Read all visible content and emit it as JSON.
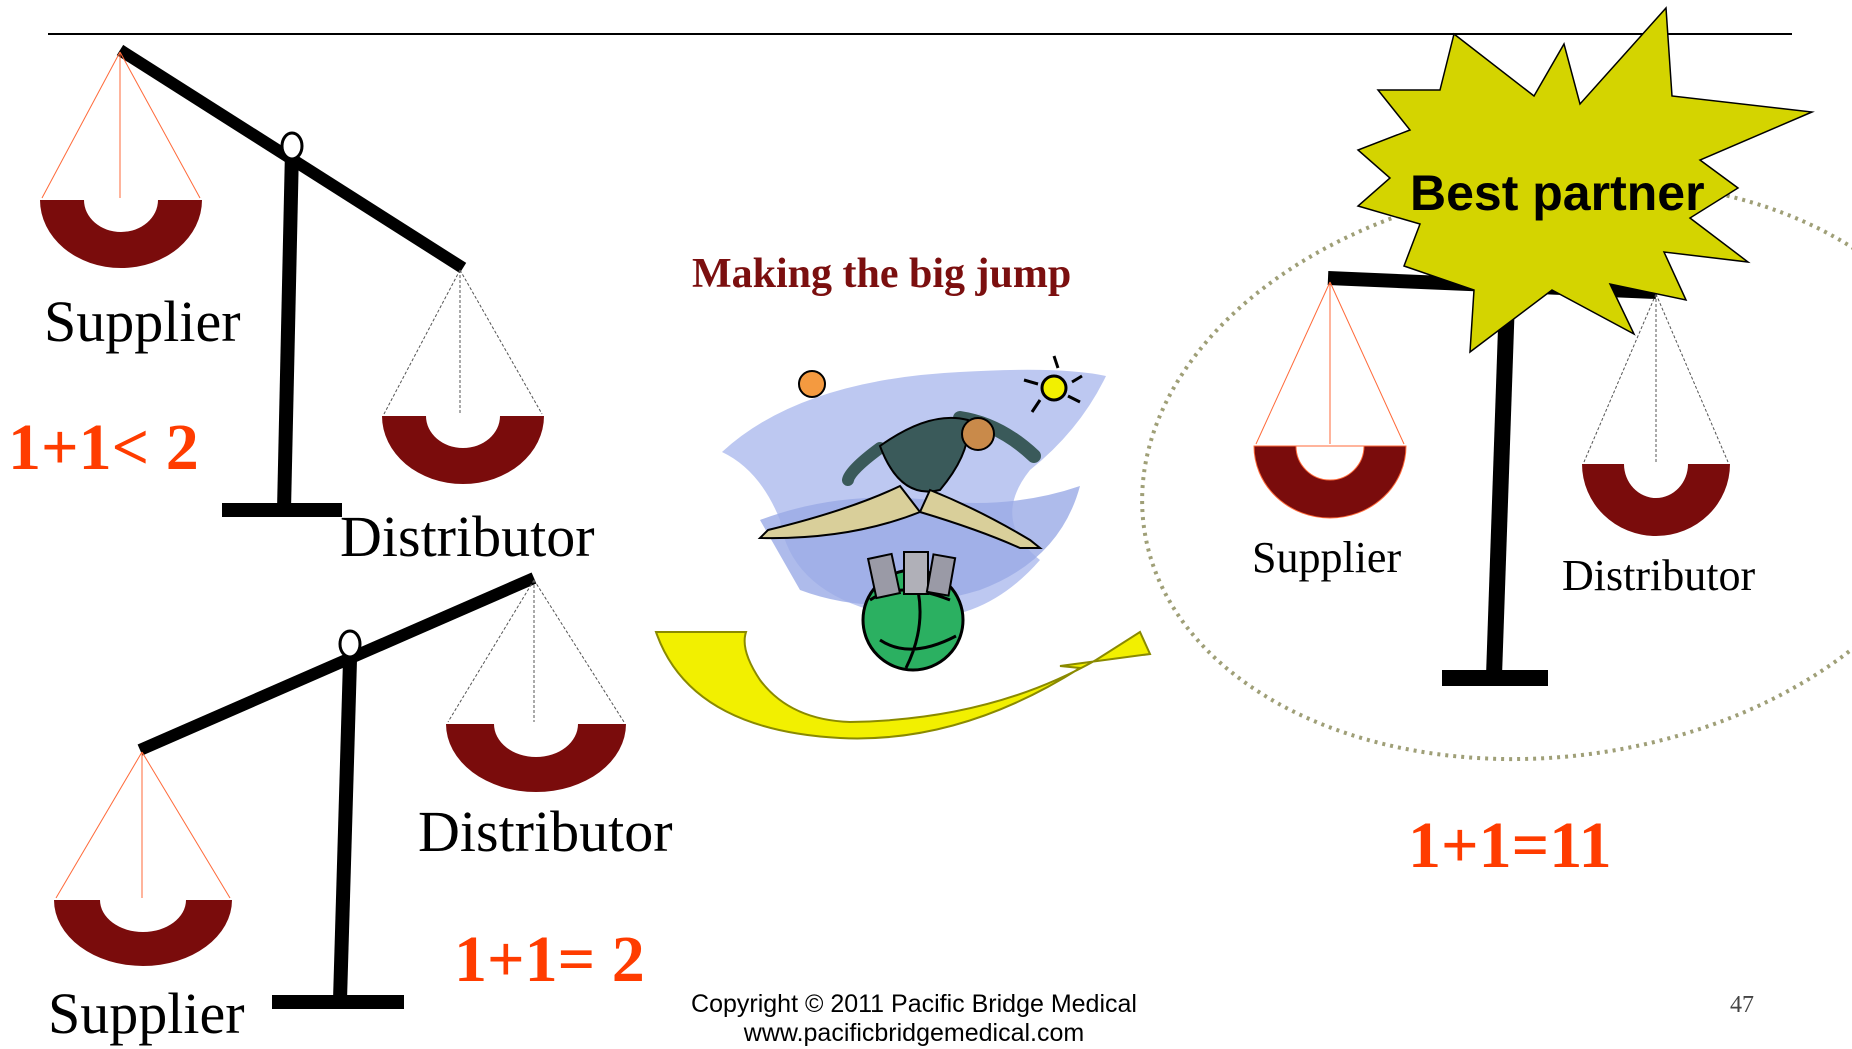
{
  "slide": {
    "page_number": "47",
    "copyright_line": "Copyright © 2011 Pacific Bridge Medical",
    "website_line": "www.pacificbridgemedical.com"
  },
  "scales": {
    "top_left": {
      "left_pan_label": "Supplier",
      "right_pan_label": "Distributor",
      "equation": "1+1< 2"
    },
    "bottom_left": {
      "left_pan_label": "Supplier",
      "right_pan_label": "Distributor",
      "equation": "1+1= 2"
    },
    "right": {
      "left_pan_label": "Supplier",
      "right_pan_label": "Distributor",
      "equation": "1+1=11",
      "burst_label": "Best partner"
    }
  },
  "center": {
    "caption": "Making the big jump"
  },
  "colors": {
    "pan_fill": "#7a0c0c",
    "equation_red": "#ff3c00",
    "caption_maroon": "#7b0f0f",
    "burst_yellow": "#d4d400",
    "arrow_yellow": "#f2f000",
    "dotted_circle": "#9a9a70"
  },
  "icons": [
    "balance-scale-icon",
    "jumping-man-clipart",
    "globe-icon",
    "sun-icon",
    "yellow-u-turn-arrow",
    "starburst"
  ]
}
